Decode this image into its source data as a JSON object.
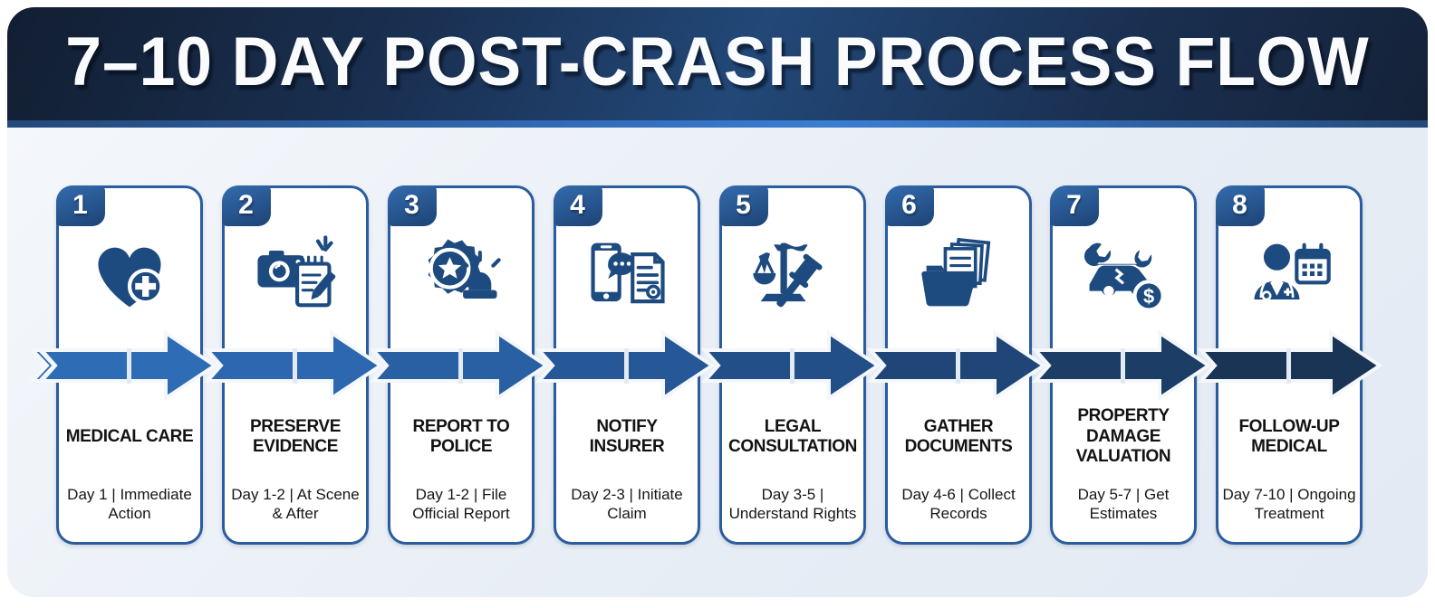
{
  "header": {
    "title": "7–10 DAY POST-CRASH PROCESS FLOW"
  },
  "steps": [
    {
      "number": "1",
      "icon": "heart-medical-plus-icon",
      "title": "MEDICAL CARE",
      "timing": "Day 1 | Immediate Action"
    },
    {
      "number": "2",
      "icon": "camera-notepad-icon",
      "title": "PRESERVE EVIDENCE",
      "timing": "Day 1-2 | At Scene & After"
    },
    {
      "number": "3",
      "icon": "police-badge-siren-icon",
      "title": "REPORT TO POLICE",
      "timing": "Day 1-2 | File Official Report"
    },
    {
      "number": "4",
      "icon": "phone-claim-document-icon",
      "title": "NOTIFY INSURER",
      "timing": "Day 2-3 | Initiate Claim"
    },
    {
      "number": "5",
      "icon": "scales-gavel-icon",
      "title": "LEGAL CONSULTATION",
      "timing": "Day 3-5 | Understand Rights"
    },
    {
      "number": "6",
      "icon": "folder-documents-icon",
      "title": "GATHER DOCUMENTS",
      "timing": "Day 4-6 | Collect Records"
    },
    {
      "number": "7",
      "icon": "car-wrench-dollar-icon",
      "title": "PROPERTY DAMAGE VALUATION",
      "timing": "Day 5-7 | Get Estimates"
    },
    {
      "number": "8",
      "icon": "doctor-calendar-icon",
      "title": "FOLLOW-UP MEDICAL",
      "timing": "Day 7-10 | Ongoing Treatment"
    }
  ],
  "arrow": {
    "colors": [
      "#2e6cb6",
      "#2c67af",
      "#2960a4",
      "#265897",
      "#234f88",
      "#1f4677",
      "#1c3d66",
      "#1a3455"
    ],
    "stub_color": "#2e6cb6"
  },
  "colors": {
    "header_navy": "#1a3153",
    "accent_strip_blue": "#3a7ed2",
    "card_border_blue": "#2a5c9e",
    "badge_blue": "#1d4375",
    "icon_blue": "#1d4b80",
    "body_background": "#e9eef5",
    "text_dark": "#131313"
  }
}
